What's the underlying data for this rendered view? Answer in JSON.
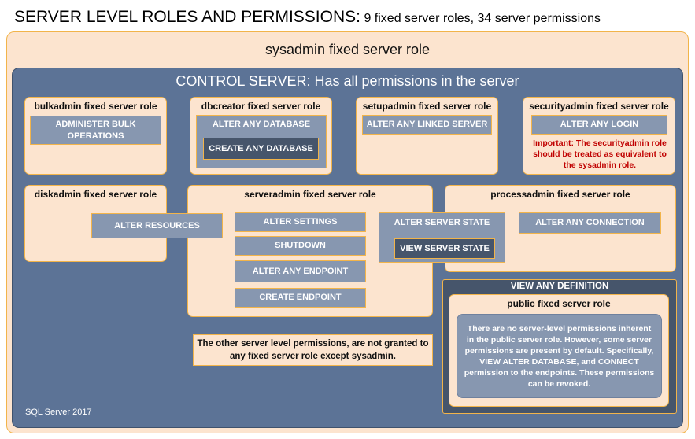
{
  "title": {
    "main": "SERVER LEVEL ROLES AND PERMISSIONS:",
    "sub": "9 fixed server roles, 34 server permissions"
  },
  "sysadmin": {
    "label": "sysadmin fixed server role"
  },
  "control_server": {
    "label": "CONTROL SERVER: Has all permissions in the server"
  },
  "roles": {
    "bulkadmin": {
      "label": "bulkadmin fixed server role",
      "perms": [
        "ADMINISTER BULK OPERATIONS"
      ]
    },
    "dbcreator": {
      "label": "dbcreator fixed server role",
      "perms": [
        "ALTER ANY DATABASE",
        "CREATE ANY DATABASE"
      ]
    },
    "setupadmin": {
      "label": "setupadmin fixed server role",
      "perms": [
        "ALTER ANY LINKED SERVER"
      ]
    },
    "securityadmin": {
      "label": "securityadmin fixed server role",
      "perms": [
        "ALTER ANY LOGIN"
      ],
      "warning": "Important: The securityadmin role should be treated as equivalent to the sysadmin role."
    },
    "diskadmin": {
      "label": "diskadmin fixed server role"
    },
    "serveradmin": {
      "label": "serveradmin fixed server role",
      "perms": [
        "ALTER SETTINGS",
        "SHUTDOWN",
        "ALTER ANY ENDPOINT",
        "CREATE ENDPOINT"
      ]
    },
    "processadmin": {
      "label": "processadmin fixed server role",
      "perms": [
        "ALTER ANY CONNECTION"
      ]
    },
    "public": {
      "label": "public fixed server role",
      "text": "There are no server-level permissions inherent in the public server role. However, some server permissions are present by default. Specifically, VIEW ALTER DATABASE, and CONNECT permission to the endpoints. These permissions can be revoked."
    }
  },
  "shared_perms": {
    "alter_resources": "ALTER RESOURCES",
    "alter_server_state": "ALTER SERVER STATE",
    "view_server_state": "VIEW SERVER STATE",
    "view_any_definition": "VIEW ANY DEFINITION"
  },
  "note": "The other server level permissions, are not granted to any fixed server role except sysadmin.",
  "footer": "SQL Server 2017"
}
